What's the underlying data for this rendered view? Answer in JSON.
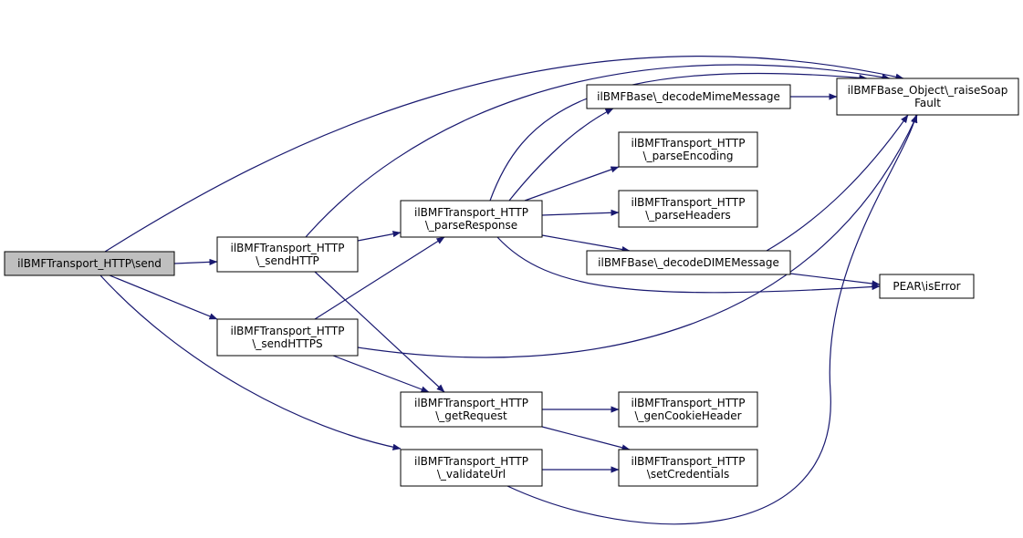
{
  "colors": {
    "node_fill": "#ffffff",
    "focus_fill": "#bfbfbf",
    "edge": "#191970"
  },
  "nodes": [
    {
      "id": "send",
      "lines": [
        "ilBMFTransport_HTTP\\send"
      ],
      "focus": true
    },
    {
      "id": "sendHTTP",
      "lines": [
        "ilBMFTransport_HTTP",
        "\\_sendHTTP"
      ]
    },
    {
      "id": "sendHTTPS",
      "lines": [
        "ilBMFTransport_HTTP",
        "\\_sendHTTPS"
      ]
    },
    {
      "id": "parseResponse",
      "lines": [
        "ilBMFTransport_HTTP",
        "\\_parseResponse"
      ]
    },
    {
      "id": "getRequest",
      "lines": [
        "ilBMFTransport_HTTP",
        "\\_getRequest"
      ]
    },
    {
      "id": "validateUrl",
      "lines": [
        "ilBMFTransport_HTTP",
        "\\_validateUrl"
      ]
    },
    {
      "id": "decodeMime",
      "lines": [
        "ilBMFBase\\_decodeMimeMessage"
      ]
    },
    {
      "id": "parseEncoding",
      "lines": [
        "ilBMFTransport_HTTP",
        "\\_parseEncoding"
      ]
    },
    {
      "id": "parseHeaders",
      "lines": [
        "ilBMFTransport_HTTP",
        "\\_parseHeaders"
      ]
    },
    {
      "id": "decodeDIME",
      "lines": [
        "ilBMFBase\\_decodeDIMEMessage"
      ]
    },
    {
      "id": "genCookie",
      "lines": [
        "ilBMFTransport_HTTP",
        "\\_genCookieHeader"
      ]
    },
    {
      "id": "setCred",
      "lines": [
        "ilBMFTransport_HTTP",
        "\\setCredentials"
      ]
    },
    {
      "id": "raiseSoap",
      "lines": [
        "ilBMFBase_Object\\_raiseSoap",
        "Fault"
      ]
    },
    {
      "id": "isError",
      "lines": [
        "PEAR\\isError"
      ]
    }
  ],
  "edges": [
    {
      "from": "send",
      "to": "sendHTTP"
    },
    {
      "from": "send",
      "to": "sendHTTPS"
    },
    {
      "from": "send",
      "to": "validateUrl"
    },
    {
      "from": "send",
      "to": "raiseSoap"
    },
    {
      "from": "sendHTTP",
      "to": "parseResponse"
    },
    {
      "from": "sendHTTP",
      "to": "getRequest"
    },
    {
      "from": "sendHTTP",
      "to": "raiseSoap"
    },
    {
      "from": "sendHTTPS",
      "to": "parseResponse"
    },
    {
      "from": "sendHTTPS",
      "to": "getRequest"
    },
    {
      "from": "sendHTTPS",
      "to": "raiseSoap"
    },
    {
      "from": "parseResponse",
      "to": "decodeMime"
    },
    {
      "from": "parseResponse",
      "to": "parseEncoding"
    },
    {
      "from": "parseResponse",
      "to": "parseHeaders"
    },
    {
      "from": "parseResponse",
      "to": "decodeDIME"
    },
    {
      "from": "parseResponse",
      "to": "raiseSoap"
    },
    {
      "from": "parseResponse",
      "to": "isError"
    },
    {
      "from": "decodeMime",
      "to": "raiseSoap"
    },
    {
      "from": "decodeDIME",
      "to": "raiseSoap"
    },
    {
      "from": "decodeDIME",
      "to": "isError"
    },
    {
      "from": "getRequest",
      "to": "genCookie"
    },
    {
      "from": "getRequest",
      "to": "setCred"
    },
    {
      "from": "validateUrl",
      "to": "setCred"
    },
    {
      "from": "validateUrl",
      "to": "raiseSoap"
    }
  ]
}
